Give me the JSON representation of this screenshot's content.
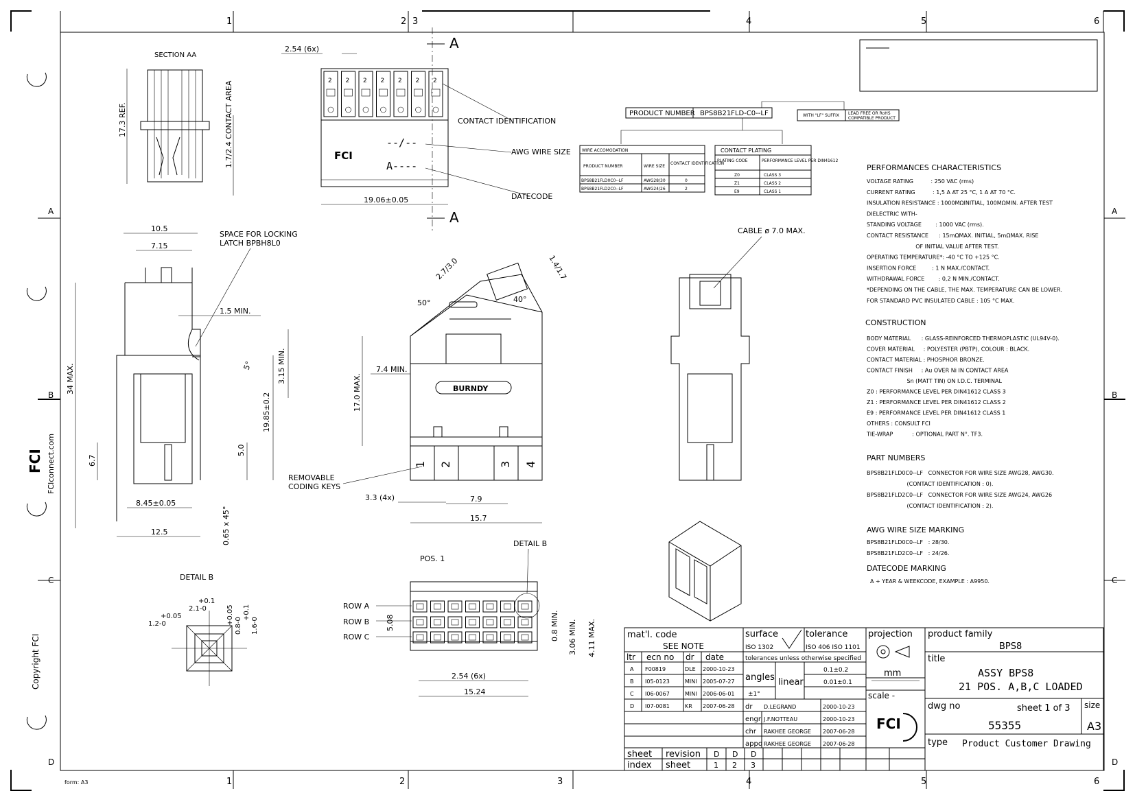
{
  "frame": {
    "columns_top": [
      "1",
      "2",
      "3",
      "4",
      "5",
      "6"
    ],
    "columns_bottom": [
      "1",
      "2",
      "3",
      "4",
      "5",
      "6"
    ],
    "rows": [
      "A",
      "B",
      "C",
      "D"
    ],
    "form_label": "form: A3",
    "side_brand": "FCIconnect.com",
    "copyright": "Copyright FCI",
    "logo_text": "FCI"
  },
  "section_aa": {
    "title": "SECTION AA",
    "dim_height": "17.3 REF.",
    "dim_contact": "1.7/2.4 CONTACT AREA"
  },
  "top_view": {
    "pitch": "2.54 (6x)",
    "section_marker": "A",
    "contact_identification": "CONTACT IDENTIFICATION",
    "awg_wire_size": "AWG WIRE SIZE",
    "awg_placeholder": "--/--",
    "datecode": "DATECODE",
    "datecode_placeholder": "A----",
    "width": "19.06±0.05",
    "logo": "FCI",
    "slot_labels": [
      "2",
      "2",
      "2",
      "2",
      "2",
      "2",
      "2"
    ]
  },
  "product_number": {
    "label": "PRODUCT NUMBER",
    "value": "BPS8B21FLD-C0--LF",
    "lf_suffix": "WITH \"LF\" SUFFIX",
    "lf_meaning": [
      "LEAD FREE OR RoHS",
      "COMPATIBLE PRODUCT"
    ]
  },
  "wire_table": {
    "title": "WIRE ACCOMODATION",
    "headers": [
      "PRODUCT NUMBER",
      "WIRE SIZE",
      "CONTACT IDENTIFICATION"
    ],
    "rows": [
      [
        "BPS8B21FLD0C0--LF",
        "AWG28/30",
        "0"
      ],
      [
        "BPS8B21FLD2C0--LF",
        "AWG24/26",
        "2"
      ]
    ]
  },
  "plating_table": {
    "title": "CONTACT PLATING",
    "headers": [
      "PLATING CODE",
      "PERFORMANCE LEVEL PER DIN41612"
    ],
    "rows": [
      [
        "Z0",
        "CLASS 3"
      ],
      [
        "Z1",
        "CLASS 2"
      ],
      [
        "E9",
        "CLASS 1"
      ]
    ]
  },
  "side_view": {
    "dims": [
      "10.5",
      "7.15",
      "1.5 MIN.",
      "34 MAX.",
      "3.15 MIN.",
      "19.85±0.2",
      "5.0",
      "6.7",
      "8.45±0.05",
      "12.5",
      "0.65 x 45°",
      "5°"
    ],
    "latch_note": [
      "SPACE FOR LOCKING",
      "LATCH BPBH8L0"
    ]
  },
  "front_view": {
    "dims": [
      "2.7/3.0",
      "1.4/1.7",
      "50°",
      "40°",
      "17.0 MAX.",
      "7.4 MIN.",
      "3.3 (4x)",
      "7.9",
      "15.7"
    ],
    "brand": "BURNDY",
    "coding_keys": [
      "1",
      "2",
      "3",
      "4"
    ],
    "note": [
      "REMOVABLE",
      "CODING KEYS"
    ]
  },
  "end_view": {
    "cable": "CABLE ø 7.0 MAX."
  },
  "detail_b": {
    "title": "DETAIL B",
    "dims": [
      "+0.1",
      "2.1-0",
      "+0.05",
      "1.2-0",
      "+0.05",
      "0.8-0",
      "+0.1",
      "1.6-0"
    ]
  },
  "bottom_view": {
    "pos": "POS. 1",
    "detail_ref": "DETAIL B",
    "rows": [
      "ROW A",
      "ROW B",
      "ROW C"
    ],
    "dims": [
      "5.08",
      "0.8 MIN.",
      "3.06 MIN.",
      "4.11 MAX.",
      "2.54 (6x)",
      "15.24"
    ]
  },
  "specs": {
    "performance_title": "PERFORMANCES CHARACTERISTICS",
    "performance": [
      "VOLTAGE RATING          : 250 VAC (rms)",
      "CURRENT RATING          : 1,5 A AT 25 °C, 1 A AT 70 °C.",
      "INSULATION RESISTANCE : 1000MΩINITIAL, 100MΩMIN. AFTER TEST",
      "DIELECTRIC WITH-",
      "STANDING VOLTAGE        : 1000 VAC (rms).",
      "CONTACT RESISTANCE      : 15mΩMAX. INITIAL, 5mΩMAX. RISE",
      "                            OF INITIAL VALUE AFTER TEST.",
      "OPERATING TEMPERATURE*: -40 °C TO +125 °C.",
      "INSERTION FORCE         : 1 N MAX./CONTACT.",
      "WITHDRAWAL FORCE        : 0,2 N MIN./CONTACT.",
      "*DEPENDING ON THE CABLE, THE MAX. TEMPERATURE CAN BE LOWER.",
      "FOR STANDARD PVC INSULATED CABLE : 105 °C MAX."
    ],
    "construction_title": "CONSTRUCTION",
    "construction": [
      "BODY MATERIAL      : GLASS-REINFORCED THERMOPLASTIC (UL94V-0).",
      "COVER MATERIAL     : POLYESTER (PBTP), COLOUR : BLACK.",
      "CONTACT MATERIAL : PHOSPHOR BRONZE.",
      "CONTACT FINISH     : Au OVER Ni IN CONTACT AREA",
      "                       Sn (MATT TIN) ON I.D.C. TERMINAL",
      "Z0 : PERFORMANCE LEVEL PER DIN41612 CLASS 3",
      "Z1 : PERFORMANCE LEVEL PER DIN41612 CLASS 2",
      "E9 : PERFORMANCE LEVEL PER DIN41612 CLASS 1",
      "OTHERS : CONSULT FCI",
      "TIE-WRAP           : OPTIONAL PART N°. TF3."
    ],
    "part_title": "PART NUMBERS",
    "parts": [
      "BPS8B21FLD0C0--LF   CONNECTOR FOR WIRE SIZE AWG28, AWG30.",
      "                       (CONTACT IDENTIFICATION : 0).",
      "BPS8B21FLD2C0--LF   CONNECTOR FOR WIRE SIZE AWG24, AWG26",
      "                       (CONTACT IDENTIFICATION : 2)."
    ],
    "awg_title": "AWG WIRE SIZE MARKING",
    "awg": [
      "BPS8B21FLD0C0--LF   : 28/30.",
      "BPS8B21FLD2C0--LF   : 24/26."
    ],
    "datecode_title": "DATECODE MARKING",
    "datecode": [
      "A + YEAR & WEEKCODE, EXAMPLE : A9950."
    ]
  },
  "title_block": {
    "matl_code_label": "mat'l. code",
    "matl_code_value": "SEE NOTE",
    "surface_label": "surface",
    "surface_value": "ISO 1302",
    "tolerance_label": "tolerance",
    "tolerance_value": "ISO 406   ISO 1101",
    "projection_label": "projection",
    "product_family_label": "product family",
    "product_family_value": "BPS8",
    "rev_headers": [
      "ltr",
      "ecn no",
      "dr",
      "date"
    ],
    "revisions": [
      [
        "A",
        "F00819",
        "DLE",
        "2000-10-23"
      ],
      [
        "B",
        "I05-0123",
        "MINI",
        "2005-07-27"
      ],
      [
        "C",
        "I06-0067",
        "MINI",
        "2006-06-01"
      ],
      [
        "D",
        "I07-0081",
        "KR",
        "2007-06-28"
      ]
    ],
    "tol_note": "tolerances unless otherwise specified",
    "angles_label": "angles",
    "angles_value": "±1°",
    "linear_label": "linear",
    "linear_values": [
      "0.1±0.2",
      "0.01±0.1"
    ],
    "unit": "mm",
    "scale_label": "scale  -",
    "title_label": "title",
    "title_lines": [
      "ASSY BPS8",
      "21 POS. A,B,C LOADED"
    ],
    "signers": [
      [
        "dr",
        "D.LEGRAND",
        "2000-10-23"
      ],
      [
        "engr",
        "J.F.NOTTEAU",
        "2000-10-23"
      ],
      [
        "chr",
        "RAKHEE GEORGE",
        "2007-06-28"
      ],
      [
        "appd",
        "RAKHEE GEORGE",
        "2007-06-28"
      ]
    ],
    "dwg_no_label": "dwg no",
    "sheet_info": "sheet 1 of 3",
    "dwg_no_value": "55355",
    "size_label": "size",
    "size_value": "A3",
    "type_label": "type",
    "type_value": "Product Customer Drawing",
    "sheet_label": "sheet",
    "index_label": "index",
    "revision_label": "revision",
    "sheet_label2": "sheet",
    "revision_values": [
      "D",
      "D",
      "D"
    ],
    "sheet_values": [
      "1",
      "2",
      "3"
    ],
    "logo": "FCI"
  }
}
